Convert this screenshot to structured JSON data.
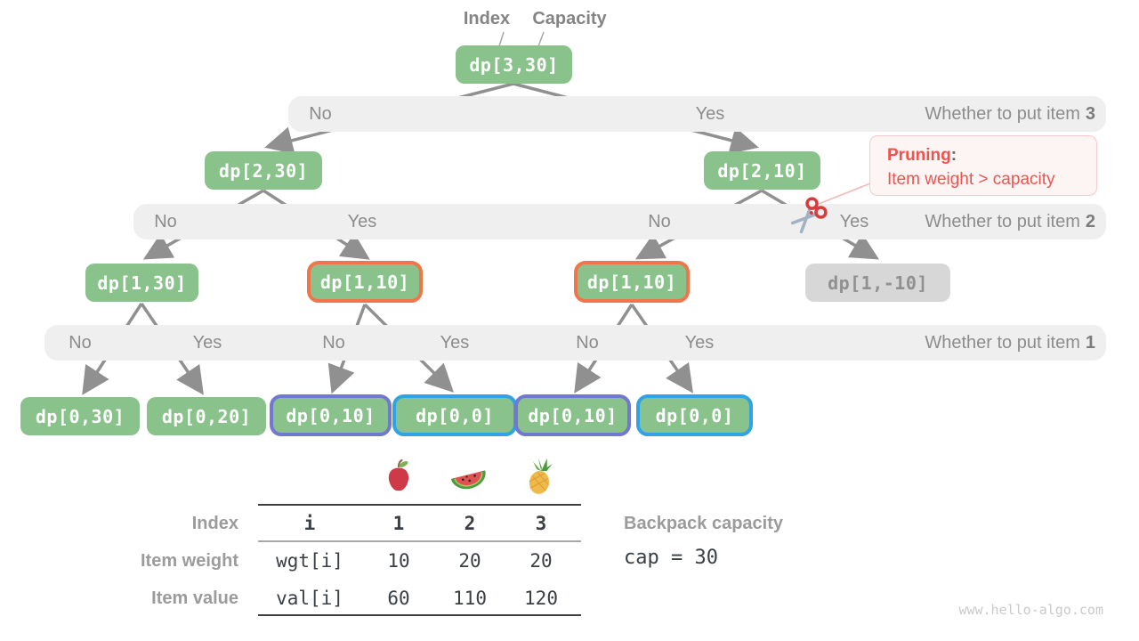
{
  "pointer_labels": {
    "index": "Index",
    "capacity": "Capacity"
  },
  "tree": {
    "root": "dp[3,30]",
    "level2": {
      "no": "dp[2,30]",
      "yes": "dp[2,10]"
    },
    "level1": {
      "a": "dp[1,30]",
      "b": "dp[1,10]",
      "c": "dp[1,10]",
      "pruned": "dp[1,-10]"
    },
    "level0": {
      "a": "dp[0,30]",
      "b": "dp[0,20]",
      "c": "dp[0,10]",
      "d": "dp[0,0]",
      "e": "dp[0,10]",
      "f": "dp[0,0]"
    }
  },
  "decision_bands": [
    {
      "answers": [
        "No",
        "Yes"
      ],
      "question": "Whether to put item",
      "item": "3"
    },
    {
      "answers": [
        "No",
        "Yes",
        "No",
        "Yes"
      ],
      "question": "Whether to put item",
      "item": "2"
    },
    {
      "answers": [
        "No",
        "Yes",
        "No",
        "Yes",
        "No",
        "Yes"
      ],
      "question": "Whether to put item",
      "item": "1"
    }
  ],
  "pruning_callout": {
    "title": "Pruning",
    "colon": ":",
    "description": "Item weight > capacity"
  },
  "item_table": {
    "row_labels": [
      "Index",
      "Item weight",
      "Item value"
    ],
    "fruit_icons": [
      "apple-icon",
      "watermelon-icon",
      "pineapple-icon"
    ],
    "header_row": [
      "i",
      "1",
      "2",
      "3"
    ],
    "weight_row": [
      "wgt[i]",
      "10",
      "20",
      "20"
    ],
    "value_row": [
      "val[i]",
      "60",
      "110",
      "120"
    ]
  },
  "capacity_panel": {
    "label": "Backpack capacity",
    "value": "cap = 30"
  },
  "watermark": "www.hello-algo.com",
  "colors": {
    "node_green": "#89c28a",
    "node_text": "#ffffff",
    "pruned_node_bg": "#d7d7d7",
    "pruned_node_text": "#909090",
    "highlight_orange": "#f0764a",
    "highlight_purple": "#7277cf",
    "highlight_blue": "#2ea3e6",
    "band_bg": "#efefef",
    "band_text": "#8c8c8c",
    "arrow_gray": "#909090",
    "pruning_red": "#ef5350"
  }
}
